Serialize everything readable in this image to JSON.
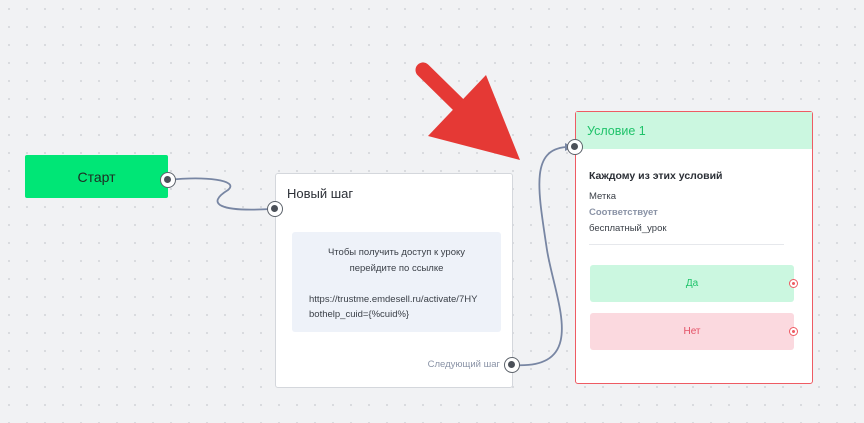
{
  "colors": {
    "start_fill": "#00e676",
    "condition_header": "#cbf7e0",
    "condition_border": "#ee5b63",
    "branch_yes": "#cbf7e0",
    "branch_no": "#fbd9df",
    "connector": "#7886a3",
    "annotation_arrow": "#e53935"
  },
  "start_node": {
    "label": "Старт"
  },
  "step_node": {
    "title": "Новый шаг",
    "message": {
      "line1": "Чтобы получить доступ к уроку",
      "line2": "перейдите по ссылке",
      "link_line1": "https://trustme.emdesell.ru/activate/7HY",
      "link_line2": "bothelp_cuid={%cuid%}"
    },
    "next_label": "Следующий шаг"
  },
  "condition_node": {
    "title": "Условие 1",
    "subtitle": "Каждому из этих условий",
    "field": "Метка",
    "operator": "Соответствует",
    "value": "бесплатный_урок",
    "branches": {
      "yes": "Да",
      "no": "Нет"
    }
  },
  "icons": {
    "port": "connector-port-icon",
    "branch_port": "branch-output-port-icon",
    "annotation": "red-arrow-icon"
  }
}
